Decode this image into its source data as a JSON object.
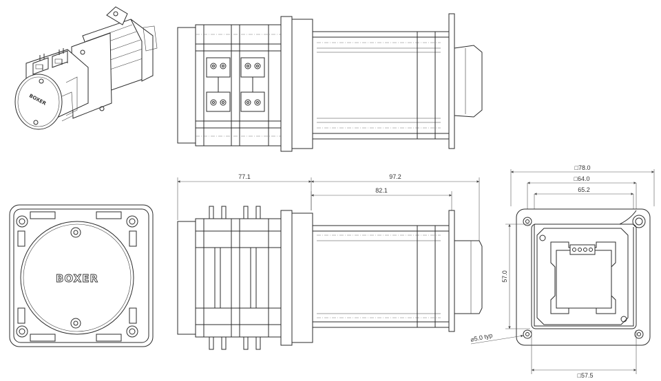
{
  "brand": {
    "front": "BOXER",
    "iso": "BOXER"
  },
  "dimensions": {
    "d77": "77.1",
    "d97": "97.2",
    "d82": "82.1",
    "d78": "□78.0",
    "d64": "□64.0",
    "d65": "65.2",
    "d57v": "57.0",
    "d57h": "□57.5",
    "d5typ": "⌀5.0 typ"
  }
}
